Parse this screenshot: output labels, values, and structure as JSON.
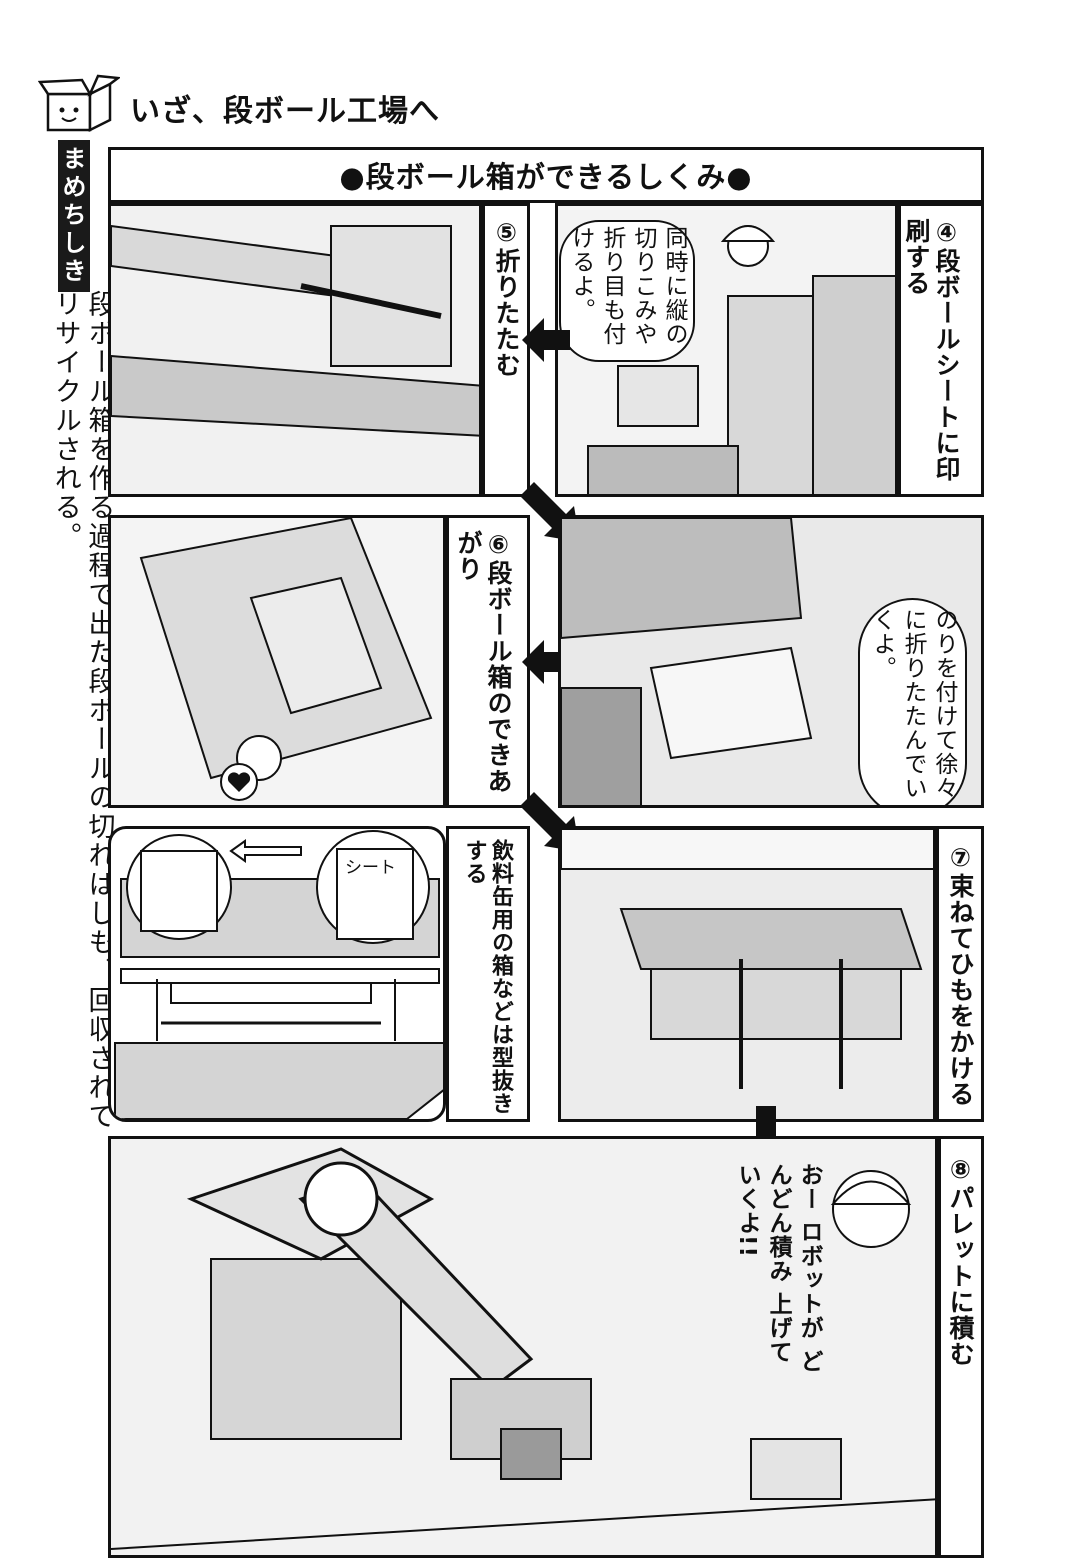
{
  "header": {
    "title": "いざ、段ボール工場へ"
  },
  "sidebar": {
    "tag": "まめちしき",
    "text": "段ボール箱を作る過程で出た段ボールの切れはしも、回収されてリサイクルされる。"
  },
  "section_title": "●段ボール箱ができるしくみ●",
  "panels": {
    "step4": {
      "caption": "④段ボールシートに印刷する",
      "bubble": "同時に縦の切りこみや折り目も付けるよ。"
    },
    "step5": {
      "caption": "⑤折りたたむ"
    },
    "step6": {
      "caption": "⑥段ボール箱のできあがり",
      "bubble": "のりを付けて徐々に折りたたんでいくよ。"
    },
    "diecut": {
      "caption": "飲料缶用の箱などは型抜きする",
      "sheet_label": "シート"
    },
    "step7": {
      "caption": "⑦束ねてひもをかける"
    },
    "step8": {
      "caption": "⑧パレットに積む",
      "bubble": "おー ロボットが どんどん積み 上げていくよ!!"
    }
  },
  "icons": [
    "box-mascot-icon",
    "arrow-left-icon",
    "arrow-diagonal-icon",
    "arrow-down-icon",
    "heart-icon"
  ]
}
